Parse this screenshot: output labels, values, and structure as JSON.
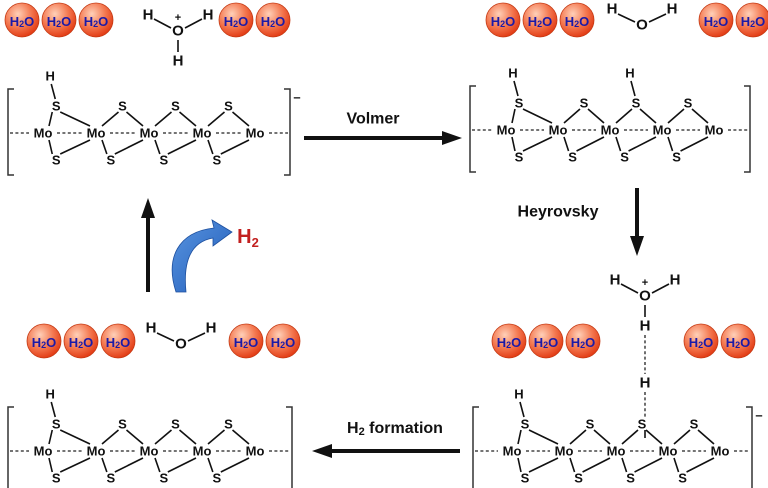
{
  "molecules": {
    "mo": "Mo",
    "s": "S",
    "h": "H",
    "o": "O",
    "plus": "+",
    "charge": "–"
  },
  "water": {
    "h": "H",
    "sub": "2",
    "o": "O"
  },
  "steps": {
    "volmer": "Volmer",
    "heyrovsky": "Heyrovsky",
    "h2_formation": "H",
    "h2_formation_sub": "2",
    "h2_formation_rest": " formation"
  },
  "product": {
    "h": "H",
    "sub": "2"
  },
  "colors": {
    "sphere_light": "#ffd0b8",
    "sphere_dark": "#e23b14",
    "water_text": "#1a1aa8",
    "h2_text": "#c2201f",
    "curved_arrow": "#2e6fc9",
    "arrow": "#111111"
  }
}
